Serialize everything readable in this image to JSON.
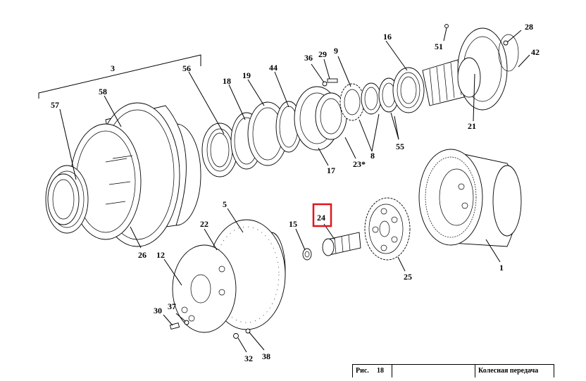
{
  "figure": {
    "fig_label": "Рис.",
    "fig_number": "18",
    "title": "Колесная передача"
  },
  "callouts": {
    "c1": "1",
    "c3": "3",
    "c5": "5",
    "c8": "8",
    "c9": "9",
    "c12": "12",
    "c15": "15",
    "c16": "16",
    "c17": "17",
    "c18": "18",
    "c19": "19",
    "c21": "21",
    "c22": "22",
    "c23": "23*",
    "c24": "24",
    "c25": "25",
    "c26": "26",
    "c28": "28",
    "c29": "29",
    "c30": "30",
    "c32": "32",
    "c36": "36",
    "c37": "37",
    "c38": "38",
    "c42": "42",
    "c44": "44",
    "c51": "51",
    "c55": "55",
    "c56": "56",
    "c57": "57",
    "c58": "58"
  },
  "highlight": {
    "callout": "24",
    "color": "#e0161b"
  }
}
